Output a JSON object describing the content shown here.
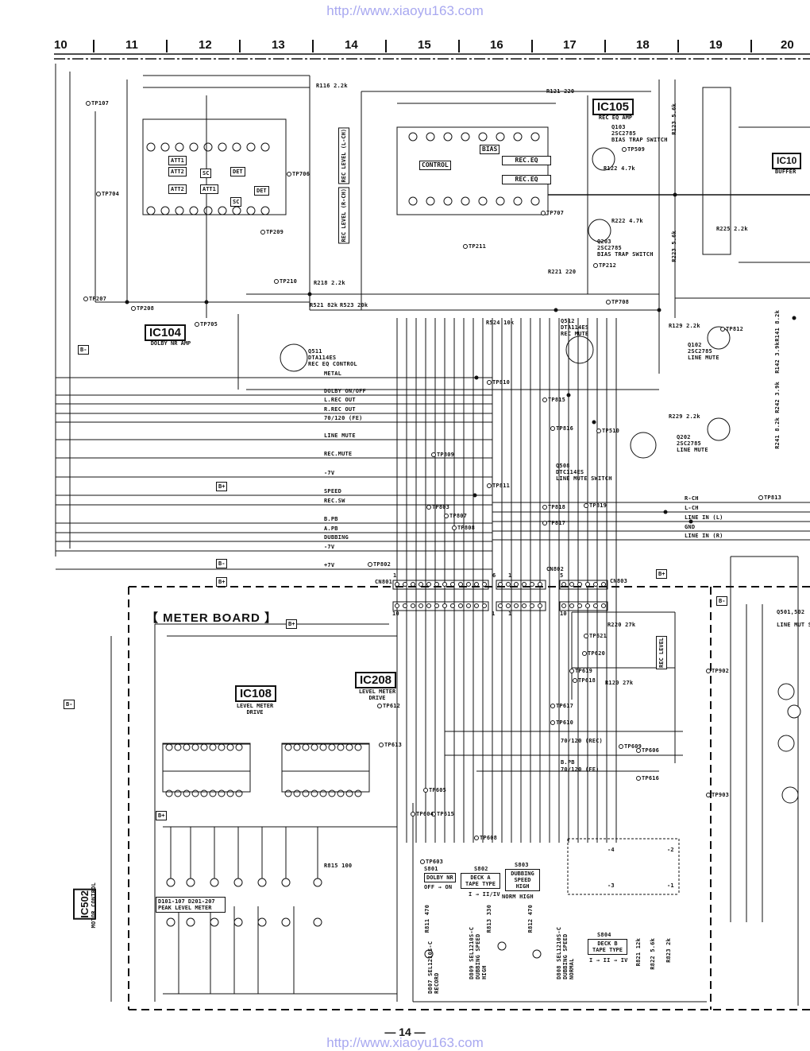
{
  "watermark_url": "http://www.xiaoyu163.com",
  "page_number": "— 14 —",
  "columns": [
    "10",
    "11",
    "12",
    "13",
    "14",
    "15",
    "16",
    "17",
    "18",
    "19",
    "20"
  ],
  "board_title": "【 METER BOARD 】",
  "ics": {
    "ic104": {
      "label": "IC104",
      "desc": "DOLBY NR AMP"
    },
    "ic105": {
      "label": "IC105",
      "desc": "REC EQ AMP"
    },
    "ic108": {
      "label": "IC108",
      "desc": "LEVEL METER DRIVE"
    },
    "ic208": {
      "label": "IC208",
      "desc": "LEVEL METER DRIVE"
    },
    "ic502": {
      "label": "IC502",
      "desc": "MOTOR CONTROL"
    },
    "ic10x": {
      "label": "IC10",
      "desc": "BUFFER"
    }
  },
  "ic105_blocks": {
    "control": "CONTROL",
    "bias": "BIAS",
    "rec_eq_1": "REC.EQ",
    "rec_eq_2": "REC.EQ"
  },
  "ic104_blocks": [
    "ATT1",
    "ATT2",
    "SC",
    "DET",
    "ATT2",
    "ATT1",
    "SC",
    "DET"
  ],
  "buses_left": [
    "METAL",
    "DOLBY ON/OFF",
    "L.REC OUT",
    "R.REC OUT",
    "70/120 (FE)",
    "LINE MUTE",
    "REC.MUTE",
    "-7V",
    "SPEED",
    "REC.SW",
    "B.PB",
    "A.PB",
    "DUBBING",
    "-7V",
    "+7V"
  ],
  "buses_right": [
    "R-CH",
    "L-CH",
    "LINE IN (L)",
    "GND",
    "LINE IN (R)"
  ],
  "test_points": [
    {
      "label": "TP107"
    },
    {
      "label": "TP704"
    },
    {
      "label": "TP207"
    },
    {
      "label": "TP208"
    },
    {
      "label": "TP705"
    },
    {
      "label": "TP706"
    },
    {
      "label": "TP209"
    },
    {
      "label": "TP210"
    },
    {
      "label": "TP211"
    },
    {
      "label": "TP707"
    },
    {
      "label": "TP509"
    },
    {
      "label": "TP212"
    },
    {
      "label": "TP708"
    },
    {
      "label": "TP812"
    },
    {
      "label": "TP810"
    },
    {
      "label": "TP815"
    },
    {
      "label": "TP816"
    },
    {
      "label": "TP510"
    },
    {
      "label": "TP809"
    },
    {
      "label": "TP811"
    },
    {
      "label": "TP813"
    },
    {
      "label": "TP803"
    },
    {
      "label": "TP807"
    },
    {
      "label": "TP808"
    },
    {
      "label": "TP818"
    },
    {
      "label": "TP819"
    },
    {
      "label": "TP817"
    },
    {
      "label": "TP802"
    },
    {
      "label": "TP612"
    },
    {
      "label": "TP613"
    },
    {
      "label": "TP617"
    },
    {
      "label": "TP610"
    },
    {
      "label": "TP609"
    },
    {
      "label": "TP606"
    },
    {
      "label": "TP616"
    },
    {
      "label": "TP605"
    },
    {
      "label": "TP615"
    },
    {
      "label": "TP604"
    },
    {
      "label": "TP603"
    },
    {
      "label": "TP608"
    },
    {
      "label": "TP621"
    },
    {
      "label": "TP620"
    },
    {
      "label": "TP619"
    },
    {
      "label": "TP618"
    },
    {
      "label": "TP902"
    },
    {
      "label": "TP903"
    }
  ],
  "transistors": [
    {
      "ref": "Q511",
      "part": "DTA114ES",
      "func": "REC EQ CONTROL"
    },
    {
      "ref": "Q512",
      "part": "DTA114ES",
      "func": "REC MUTE"
    },
    {
      "ref": "Q103",
      "part": "2SC2785",
      "func": "BIAS TRAP SWITCH"
    },
    {
      "ref": "Q203",
      "part": "2SC2785",
      "func": "BIAS TRAP SWITCH"
    },
    {
      "ref": "Q102",
      "part": "2SC2785",
      "func": "LINE MUTE"
    },
    {
      "ref": "Q202",
      "part": "2SC2785",
      "func": "LINE MUTE"
    },
    {
      "ref": "Q508",
      "part": "DTC114ES",
      "func": "LINE MUTE SWITCH"
    },
    {
      "ref": "Q501,502",
      "part": "",
      "func": "LINE MUT SWITCH"
    }
  ],
  "rec_level": [
    "REC LEVEL (L-CH)",
    "REC LEVEL (R-CH)",
    "REC LEVEL"
  ],
  "resistors": [
    "R116 2.2k",
    "R121 220",
    "R122 4.7k",
    "R222 4.7k",
    "R221 220",
    "R129 2.2k",
    "R229 2.2k",
    "R218 2.2k",
    "R524 10k",
    "R521 82k",
    "R523 20k",
    "R225 2.2k",
    "R123 5.6k",
    "R223 5.6k",
    "R141 8.2k",
    "R142 3.9k",
    "R242 3.9k",
    "R241 8.2k",
    "R220 27k",
    "R120 27k",
    "R815 100",
    "R811 470",
    "R812 470",
    "R813 330",
    "R821 12k",
    "R822 5.6k",
    "R823 2k"
  ],
  "connectors": [
    "CN801",
    "CN802",
    "CN803"
  ],
  "connector_pins": [
    "1",
    "10",
    "6",
    "1",
    "5",
    "1",
    "1",
    "10",
    "6",
    "1",
    "5"
  ],
  "switches": {
    "s801": {
      "ref": "S801",
      "label": "DOLBY NR",
      "detail": "OFF → ON"
    },
    "s802": {
      "ref": "S802",
      "label": "DECK A TAPE TYPE",
      "detail": "I → II/IV"
    },
    "s803": {
      "ref": "S803",
      "label": "DUBBING SPEED HIGH",
      "detail": "NORM HIGH"
    },
    "s804": {
      "ref": "S804",
      "label": "DECK B TAPE TYPE",
      "detail": "I → II → IV"
    }
  },
  "leds": {
    "peak": "D101-107 D201-207 PEAK LEVEL METER",
    "d807": "D807 SEL1210S-C RECORD",
    "d809": "D809 SEL1210S-C DUBBING SPEED HIGH",
    "d808": "D808 SEL1210S-C DUBBING SPEED NORMAL"
  },
  "meter_signals": [
    "70/120 (REC)",
    "B.PB",
    "70/120 (FE)"
  ],
  "switch_poles": [
    "-4",
    "-2",
    "-3",
    "-1"
  ],
  "ref_tags": [
    "B+",
    "B-",
    "B+",
    "B+",
    "B-",
    "B-",
    "B+",
    "B-",
    "B+"
  ],
  "colors": {
    "ink": "#111111",
    "watermark": "#a8a8f0"
  }
}
